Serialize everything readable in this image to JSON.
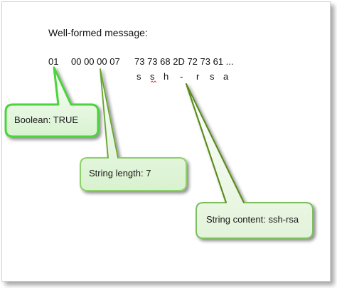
{
  "diagram": {
    "title": "Well-formed message:",
    "bytes": {
      "boolean": "01",
      "length": "00 00 00 07",
      "content": "73 73 68 2D 72 73 61 ..."
    },
    "ascii": [
      "s",
      "s",
      "h",
      "-",
      "r",
      "s",
      "a"
    ],
    "callouts": [
      {
        "id": "boolean",
        "label": "Boolean: TRUE"
      },
      {
        "id": "length",
        "label": "String length: 7"
      },
      {
        "id": "content",
        "label": "String content: ssh-rsa"
      }
    ],
    "colors": {
      "callout_border": "#4cd43a",
      "callout_fill_top": "#ffffff",
      "callout_fill_bottom": "#d8f2cf",
      "content_callout_border": "#7fbf5f",
      "pointer_dark": "#5a8a1a"
    }
  }
}
